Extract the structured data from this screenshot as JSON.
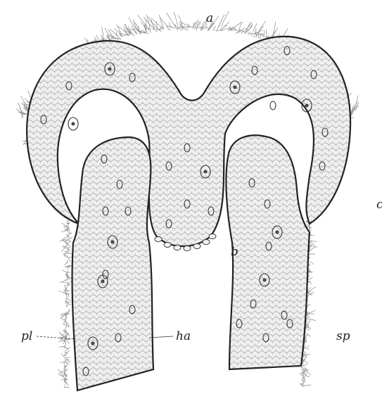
{
  "figure": {
    "labels": {
      "a": "a",
      "b": "b",
      "c": "c",
      "pl": "pl",
      "ha": "ha",
      "sp": "sp"
    },
    "colors": {
      "ink": "#222222",
      "tissue_fill": "#ececec",
      "cell_line": "#9a9a9a",
      "hair": "#8a8a8a"
    }
  }
}
